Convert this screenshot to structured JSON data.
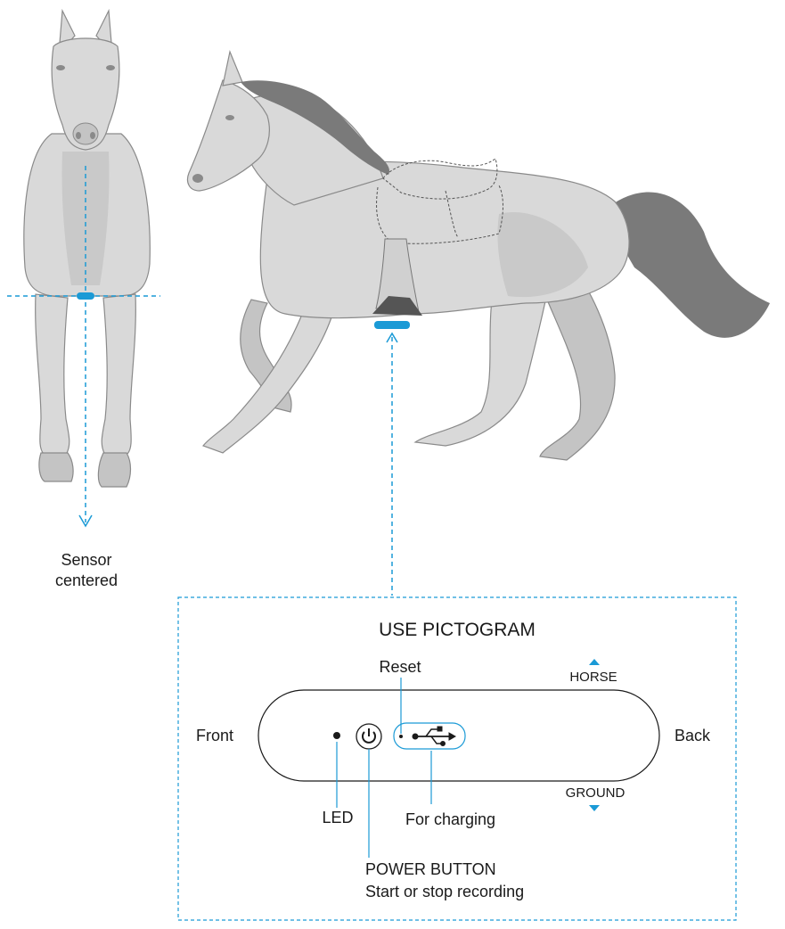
{
  "front_view": {
    "caption_line1": "Sensor",
    "caption_line2": "centered"
  },
  "pictogram": {
    "title": "USE PICTOGRAM",
    "reset_label": "Reset",
    "horse_label": "HORSE",
    "ground_label": "GROUND",
    "front_label": "Front",
    "back_label": "Back",
    "led_label": "LED",
    "charging_label": "For charging",
    "power_title": "POWER BUTTON",
    "power_desc": "Start or stop recording"
  },
  "colors": {
    "accent": "#1a9ad6",
    "horse_fill": "#d9d9d9",
    "horse_shade": "#c4c4c4",
    "mane_tail": "#7a7a7a",
    "outline": "#8a8a8a",
    "text": "#1a1a1a"
  },
  "icons": [
    "power-icon",
    "usb-icon",
    "arrow-up-icon",
    "arrow-down-icon",
    "led-dot-icon",
    "reset-dot-icon"
  ]
}
